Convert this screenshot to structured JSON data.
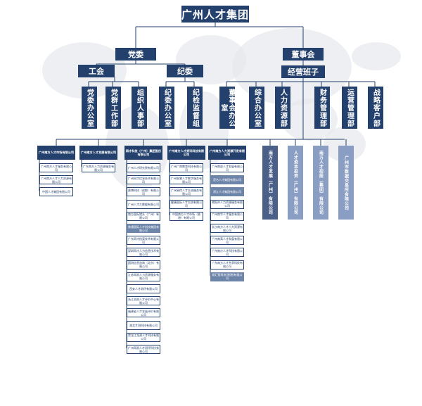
{
  "colors": {
    "primary": "#24406c",
    "secondary": "#3b5a8c",
    "highlight": "#6e85aa",
    "map": "#e6e8ec"
  },
  "root": "广州人才集团",
  "party": {
    "label": "党委",
    "children": [
      "工会",
      "纪委"
    ]
  },
  "board": {
    "label": "董事会",
    "management": "经营班子"
  },
  "departments": [
    "党委办公室",
    "党群工作部",
    "组织人事部",
    "纪委办公室",
    "纪检监督组",
    "董事会办公室",
    "综合办公室",
    "人力资源部",
    "财务管理部",
    "运营管理部",
    "战略客户部"
  ],
  "subsidiaries": [
    {
      "name": "广州南方人才市场有限公司",
      "children": [
        "广州南方人才服务有限公司",
        "广州南方人才人力资源有限公司",
        "中国人才集团有限公司"
      ]
    },
    {
      "name": "广州南方人才发展有限公司",
      "children": [
        "广东南方人力资源服务有限公司"
      ]
    },
    {
      "name": "网才科技（广州）集团股份有限公司",
      "children": [
        "广州人才研究院有限公司",
        "广州网才信息技术有限公司",
        "赛博科技（成都）有限公司",
        "广州人才大数据有限公司",
        "南方国际猎头（广州）有限公司",
        "普通国际人才科技集团有限公司",
        "广东网才档案技术有限公司",
        "深圳网才人力信息技术有限公司",
        "国测信息咨询（北京）有限公司",
        "江苏网测人力资源服务有限公司",
        "西安人才测评有限公司",
        "浙江测测人才评价中心有限公司",
        "福建省人才发展评价有限公司",
        "湖北才测科技有限公司",
        "黑龙江龙测人才科技有限公司",
        "广州网测人才测评科技有限公司"
      ]
    },
    {
      "name": "广州南方人才资讯科技有限公司",
      "children": [
        "广州广南教育科技有限公司",
        "广州智慧人才数字服务有限公司",
        "广州易得人才交流服务有限公司",
        "健康国际人才交流有限公司",
        "中国南方人才市场（香港）有限公司"
      ]
    },
    {
      "name": "广州南方人力资源开发有限公司",
      "children": [
        "广州南部人才发展有限公司",
        "茂名人才集团有限公司",
        "湛江人才集团有限公司",
        "揭阳市人力资源服务有限公司",
        "广州南华人才服务有限公司",
        "长沙南方人才人力资源有限公司",
        "广州南高人才发展有限公司",
        "广州南沙人才科技有限公司",
        "广东南方人才共享科技有限公司",
        "易汇智科技(香港)有限公司"
      ]
    }
  ],
  "vertical_companies": [
    "南方人才发展（广州）有限公司",
    "人才资本投资（广州）有限公司",
    "南方人才控股（集团）有限公司",
    "广州市数据交易所有限公司"
  ],
  "highlighted": [
    "普通国际人才科技集团有限公司",
    "茂名人才集团有限公司",
    "湛江人才集团有限公司",
    "易汇智科技(香港)有限公司"
  ]
}
